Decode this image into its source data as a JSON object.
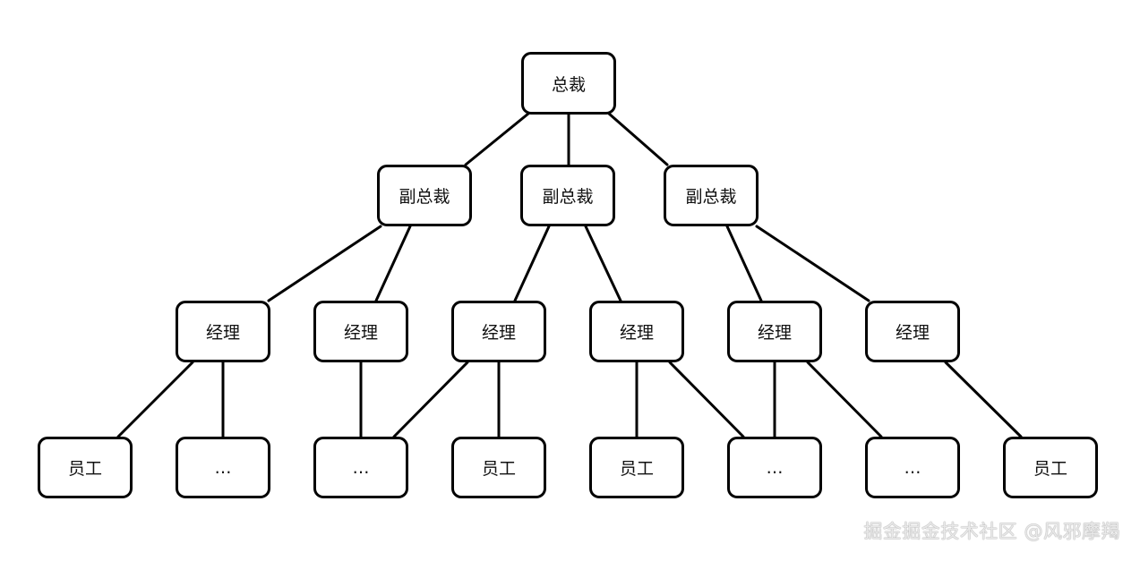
{
  "org_chart": {
    "root": {
      "label": "总裁"
    },
    "vice_presidents": [
      {
        "label": "副总裁"
      },
      {
        "label": "副总裁"
      },
      {
        "label": "副总裁"
      }
    ],
    "managers": [
      {
        "label": "经理"
      },
      {
        "label": "经理"
      },
      {
        "label": "经理"
      },
      {
        "label": "经理"
      },
      {
        "label": "经理"
      },
      {
        "label": "经理"
      }
    ],
    "staff": [
      {
        "label": "员工"
      },
      {
        "label": "…"
      },
      {
        "label": "…"
      },
      {
        "label": "员工"
      },
      {
        "label": "员工"
      },
      {
        "label": "…"
      },
      {
        "label": "…"
      },
      {
        "label": "员工"
      }
    ]
  },
  "watermark": "掘金掘金技术社区 @风邪摩羯"
}
